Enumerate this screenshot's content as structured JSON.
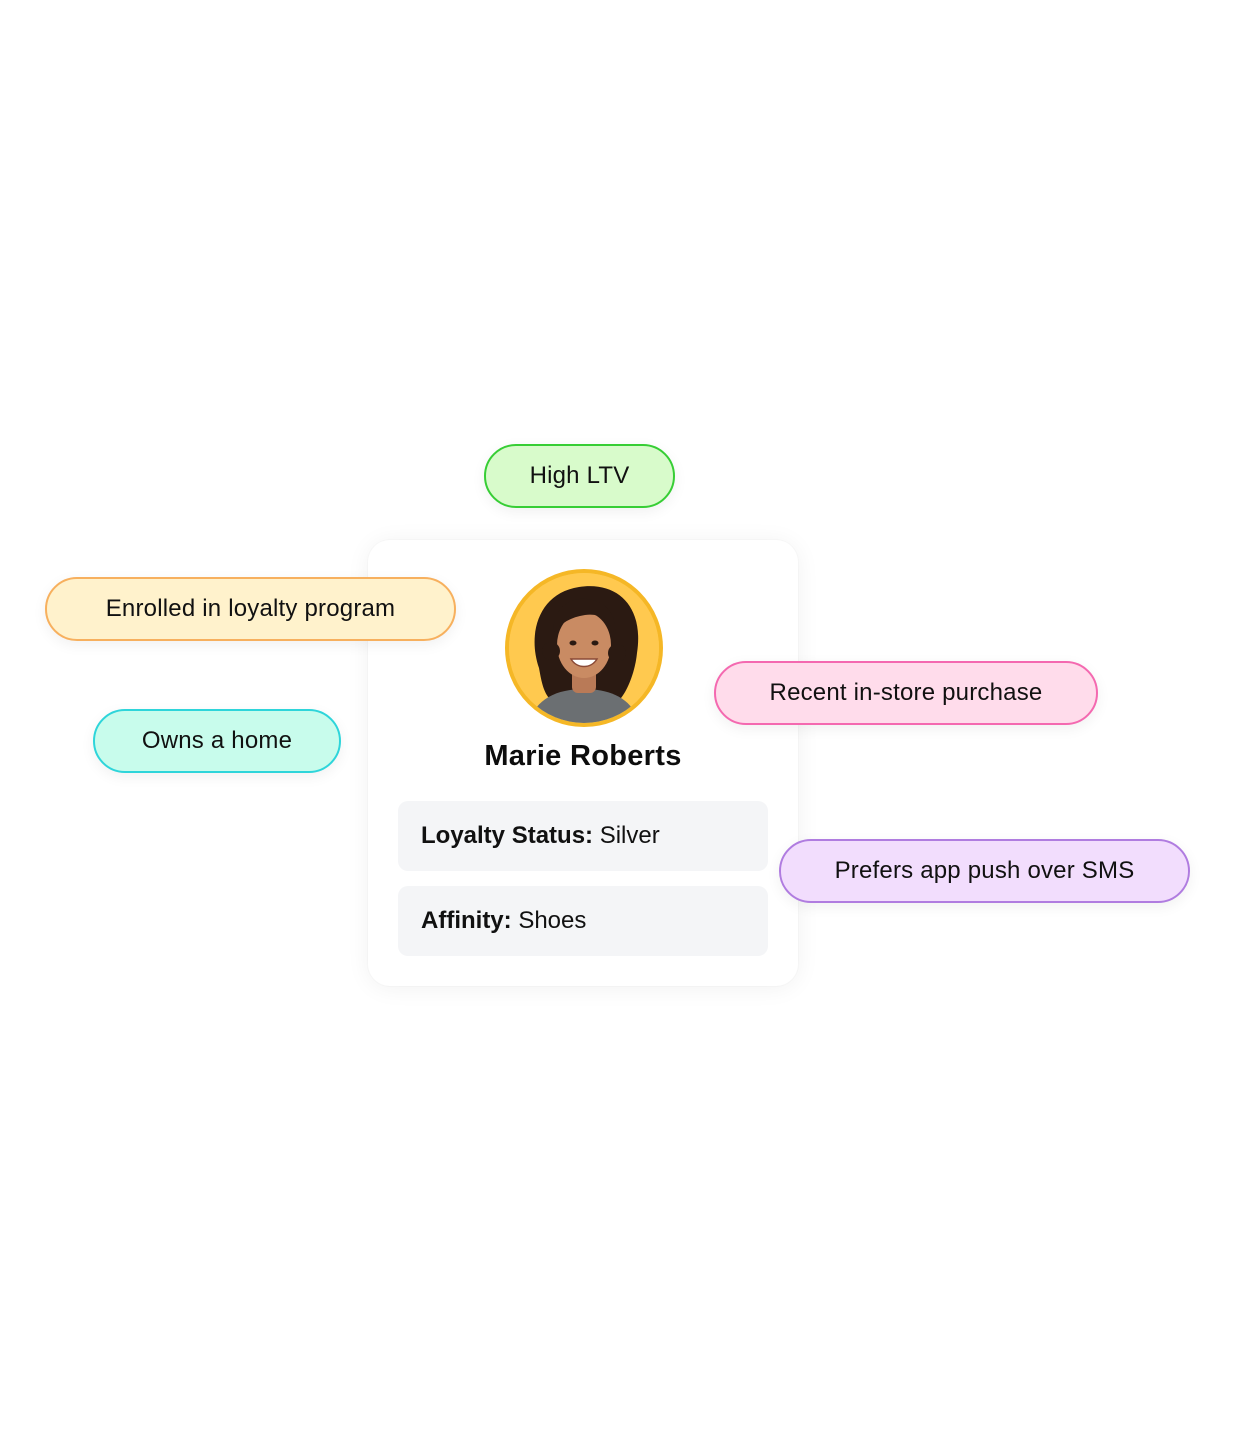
{
  "profile": {
    "name": "Marie Roberts",
    "avatar_icon": "person-photo",
    "fields": [
      {
        "label": "Loyalty Status:",
        "value": "Silver"
      },
      {
        "label": "Affinity:",
        "value": "Shoes"
      }
    ]
  },
  "tags": {
    "high_ltv": "High LTV",
    "loyalty": "Enrolled in loyalty program",
    "home": "Owns a home",
    "instore": "Recent in-store purchase",
    "push": "Prefers app push over SMS"
  },
  "colors": {
    "avatar_ring": "#F5B726",
    "high_ltv": "#37CE35",
    "loyalty": "#F7B05E",
    "home": "#2ED5DA",
    "instore": "#F469B0",
    "push": "#B07CE0"
  }
}
